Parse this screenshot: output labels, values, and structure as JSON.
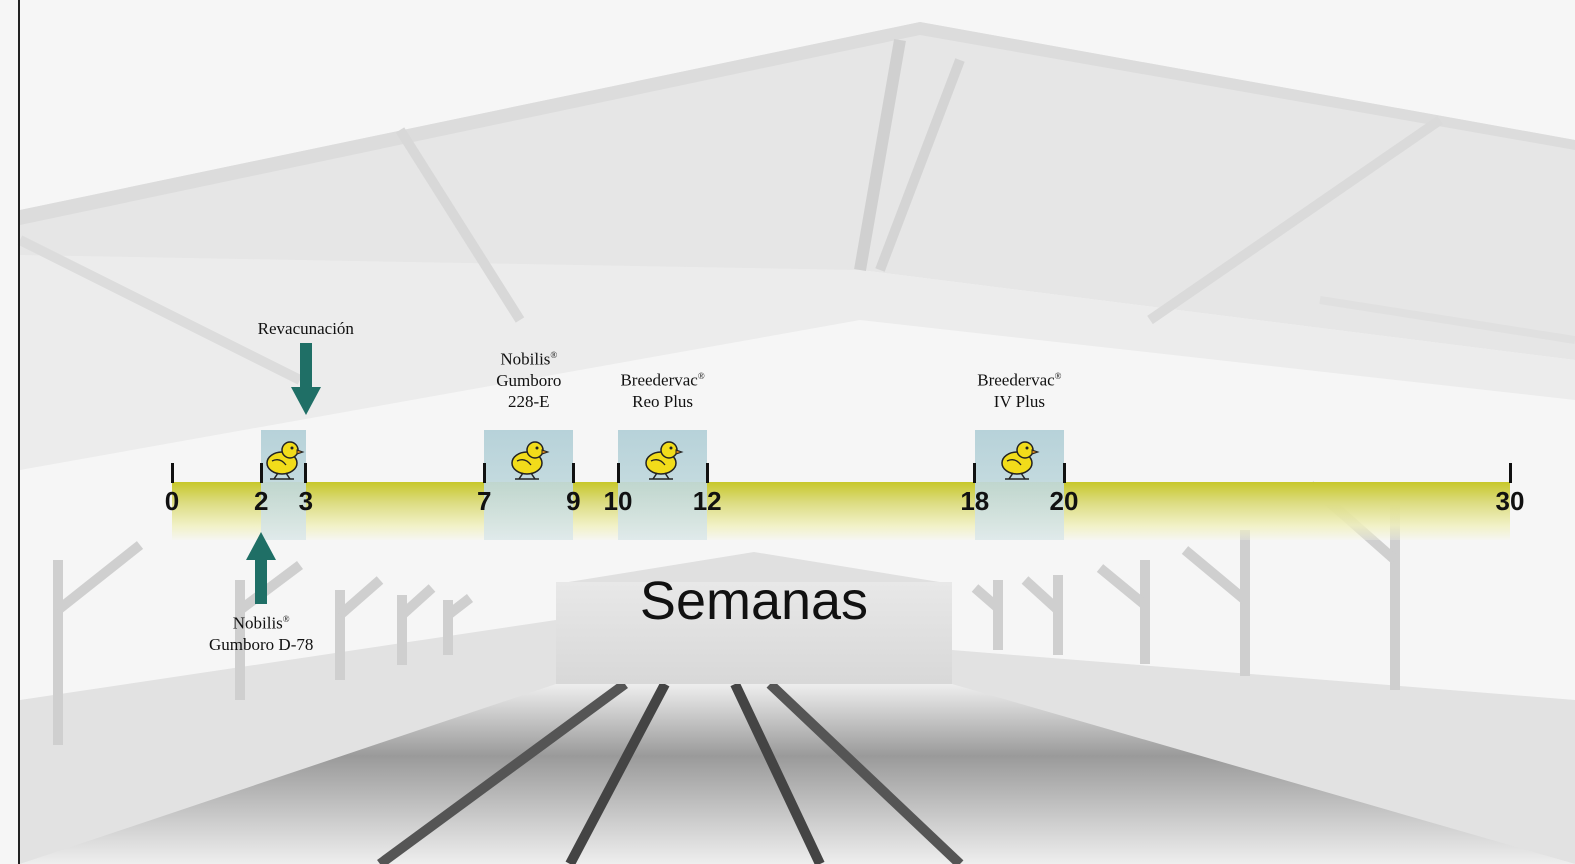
{
  "axis": {
    "unit_label": "Semanas",
    "ticks": [
      {
        "value": 0,
        "label": "0"
      },
      {
        "value": 2,
        "label": "2"
      },
      {
        "value": 3,
        "label": "3"
      },
      {
        "value": 7,
        "label": "7"
      },
      {
        "value": 9,
        "label": "9"
      },
      {
        "value": 10,
        "label": "10"
      },
      {
        "value": 12,
        "label": "12"
      },
      {
        "value": 18,
        "label": "18"
      },
      {
        "value": 20,
        "label": "20"
      },
      {
        "value": 30,
        "label": "30"
      }
    ]
  },
  "vaccination_windows": [
    {
      "start": 2,
      "end": 3,
      "lines": []
    },
    {
      "start": 7,
      "end": 9,
      "lines": [
        "Nobilis",
        "Gumboro",
        "228-E"
      ],
      "registered_mark": "®"
    },
    {
      "start": 10,
      "end": 12,
      "lines": [
        "Breedervac",
        "Reo Plus"
      ],
      "registered_mark": "®"
    },
    {
      "start": 18,
      "end": 20,
      "lines": [
        "Breedervac",
        "IV Plus"
      ],
      "registered_mark": "®"
    }
  ],
  "arrows": {
    "down": {
      "label": "Revacunación",
      "week": 3
    },
    "up": {
      "lines": [
        "Nobilis",
        "Gumboro D-78"
      ],
      "registered_mark": "®",
      "week": 2
    }
  },
  "colors": {
    "timeline": "#c9c930",
    "window": "#b4d2d8",
    "arrow": "#1f6f66",
    "chick": "#f2dc1a"
  }
}
